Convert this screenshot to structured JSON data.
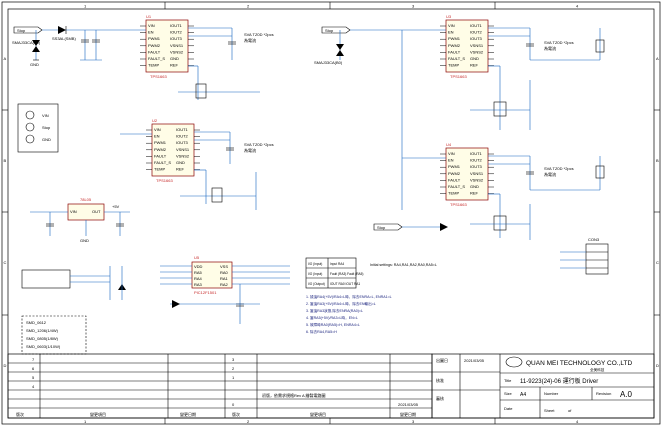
{
  "frame": {
    "cols": [
      "1",
      "2",
      "3",
      "4"
    ],
    "rows": [
      "A",
      "B",
      "C",
      "D"
    ]
  },
  "chips": [
    {
      "name": "U1",
      "part": "TPS1663",
      "pins_left": [
        "VIN",
        "EN",
        "PWM1",
        "PWM2",
        "FAULT",
        "FAULT_S",
        "TEMP"
      ],
      "pins_right": [
        "IOUT1",
        "IOUT2",
        "IOUT3",
        "VSNS1",
        "VSNS2",
        "GND",
        "REF"
      ]
    },
    {
      "name": "U2",
      "part": "TPS1663",
      "pins_left": [
        "VIN",
        "EN",
        "PWM1",
        "PWM2",
        "FAULT",
        "FAULT_S",
        "TEMP"
      ],
      "pins_right": [
        "IOUT1",
        "IOUT2",
        "IOUT3",
        "VSNS1",
        "VSNS2",
        "GND",
        "REF"
      ]
    },
    {
      "name": "U3",
      "part": "TPS1663",
      "pins_left": [
        "VIN",
        "EN",
        "PWM1",
        "PWM2",
        "FAULT",
        "FAULT_S",
        "TEMP"
      ],
      "pins_right": [
        "IOUT1",
        "IOUT2",
        "IOUT3",
        "VSNS1",
        "VSNS2",
        "GND",
        "REF"
      ]
    },
    {
      "name": "U4",
      "part": "TPS1663",
      "pins_left": [
        "VIN",
        "EN",
        "PWM1",
        "PWM2",
        "FAULT",
        "FAULT_S",
        "TEMP"
      ],
      "pins_right": [
        "IOUT1",
        "IOUT2",
        "IOUT3",
        "VSNS1",
        "VSNS2",
        "GND",
        "REF"
      ]
    }
  ],
  "mcu": {
    "name": "U5",
    "part": "PIC12F1501",
    "pins_left": [
      "VDD",
      "RA5",
      "RA4",
      "RA3"
    ],
    "pins_right": [
      "VSS",
      "RA0",
      "RA1",
      "RA2"
    ]
  },
  "regulator": {
    "name": "U6",
    "part": "78L05",
    "pins": [
      "VIN",
      "OUT",
      "GND"
    ]
  },
  "labels": {
    "stop_net": "Stop",
    "vin_net": "VIN",
    "gnd": "GND",
    "v5": "+5V",
    "connector": "CON3",
    "note_zener": "SVA TZ0D *2pcs",
    "note_current": "為電流",
    "tvs": "SMAJ33CA(B0)",
    "diode_main": "SS3AL(SMB)",
    "smd_list": [
      "SMD_0612",
      "SMD_1206(1/4W)",
      "SMD_0805(1/8W)",
      "SMD_0603(1/10W)"
    ]
  },
  "truth_table": {
    "headers": [
      "I/O (Input)",
      "I/O (Input)",
      "I/O (Output)"
    ],
    "cells": [
      "Input RA4",
      "Fault (RA3) Fault (RA5)",
      "IOUT RA0 IOUT RA1"
    ],
    "initial": "Initial settings: RA4,RA1,RA2,RA0,RA5=L"
  },
  "notes": [
    "1. 據這RA4(+5V)/RA4=L時，除去ENRA=L, ENRA1=L",
    "2. 當這RA3(+5V)/RA4=L時，除去EN輸出=L",
    "3. 當這RA3狀態,除去ENRA(RA0)=L",
    "4. 當RA5(+5V)/RA3=L時，EN=L",
    "5. 故障時RA0(RA5)=H, ENRA4=L",
    "6. 除去RA4,RA5=H"
  ],
  "title_block": {
    "company": "QUAN MEI TECHNOLOGY CO.,LTD",
    "company_sub": "全美科技",
    "title_label": "Title",
    "title": "11-9223(24)-06 運行板 Driver",
    "size_label": "Size",
    "size": "A4",
    "number_label": "Number",
    "revision_label": "Revision",
    "revision": "A.0",
    "date_label": "Date",
    "sheet_label": "Sheet",
    "of_label": "of",
    "drawn_label": "出圖日",
    "drawn_date": "2021/03/05",
    "checked_label": "審核",
    "approved_label": "核准"
  },
  "revision_table": {
    "rows": [
      "7",
      "6",
      "5",
      "4",
      "3",
      "2",
      "1"
    ],
    "entry_index": "0",
    "entry_desc": "初版，依需求規格Rev A 繪製電路圖",
    "entry_date": "2021/03/05",
    "headers": [
      "版次",
      "變更項目",
      "變更日期",
      "版次",
      "變更項目",
      "變更日期"
    ]
  }
}
